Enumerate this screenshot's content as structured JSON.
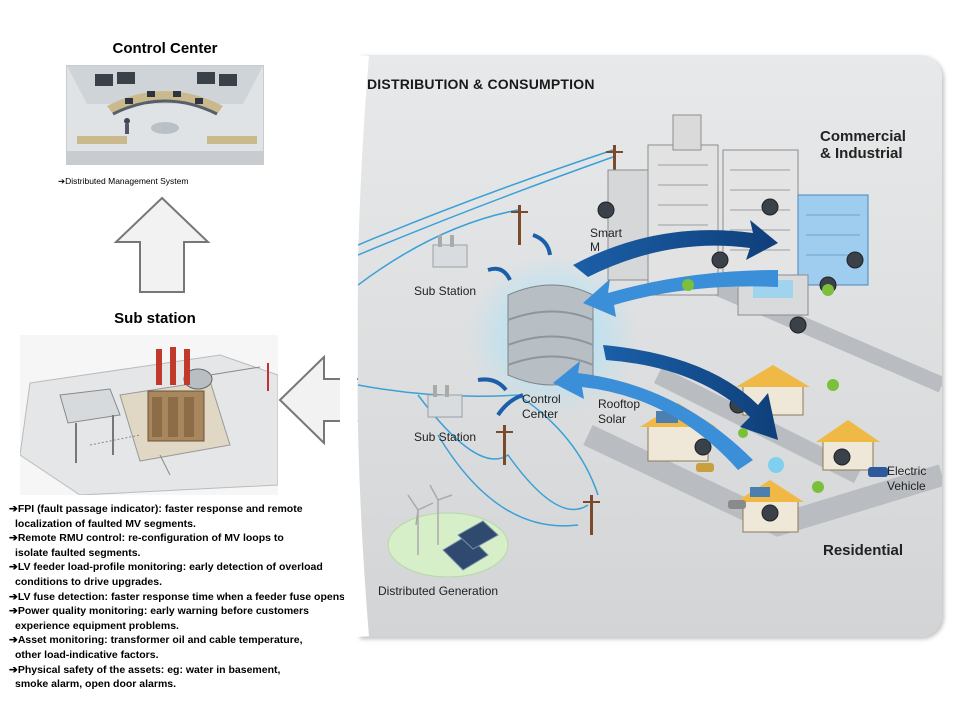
{
  "left": {
    "control_center_title": "Control Center",
    "dms_label": "Distributed Management System",
    "substation_title": "Sub station",
    "bullets": [
      [
        "FPI (fault passage indicator): faster response and remote",
        "localization of faulted MV segments."
      ],
      [
        "Remote RMU control: re-configuration of MV loops to",
        "isolate faulted segments."
      ],
      [
        "LV feeder load-profile monitoring: early detection of overload",
        "conditions to drive upgrades."
      ],
      [
        "LV fuse detection: faster response time when a feeder fuse opens."
      ],
      [
        "Power quality monitoring: early warning before customers",
        "experience equipment problems."
      ],
      [
        "Asset monitoring: transformer oil and cable temperature,",
        "other load-indicative factors."
      ],
      [
        "Physical safety of the assets: eg: water in basement,",
        "smoke alarm, open door alarms."
      ]
    ]
  },
  "panel": {
    "title": "DISTRIBUTION & CONSUMPTION",
    "commercial": [
      "Commercial",
      "& Industrial"
    ],
    "smart_meter": [
      "Smart",
      "M"
    ],
    "sub_station_1": "Sub Station",
    "sub_station_2": "Sub Station",
    "control_center": [
      "Control",
      "Center"
    ],
    "rooftop": [
      "Rooftop",
      "Solar"
    ],
    "electric_vehicle": [
      "Electric",
      "Vehicle"
    ],
    "residential": "Residential",
    "distributed_generation": "Distributed Generation"
  }
}
